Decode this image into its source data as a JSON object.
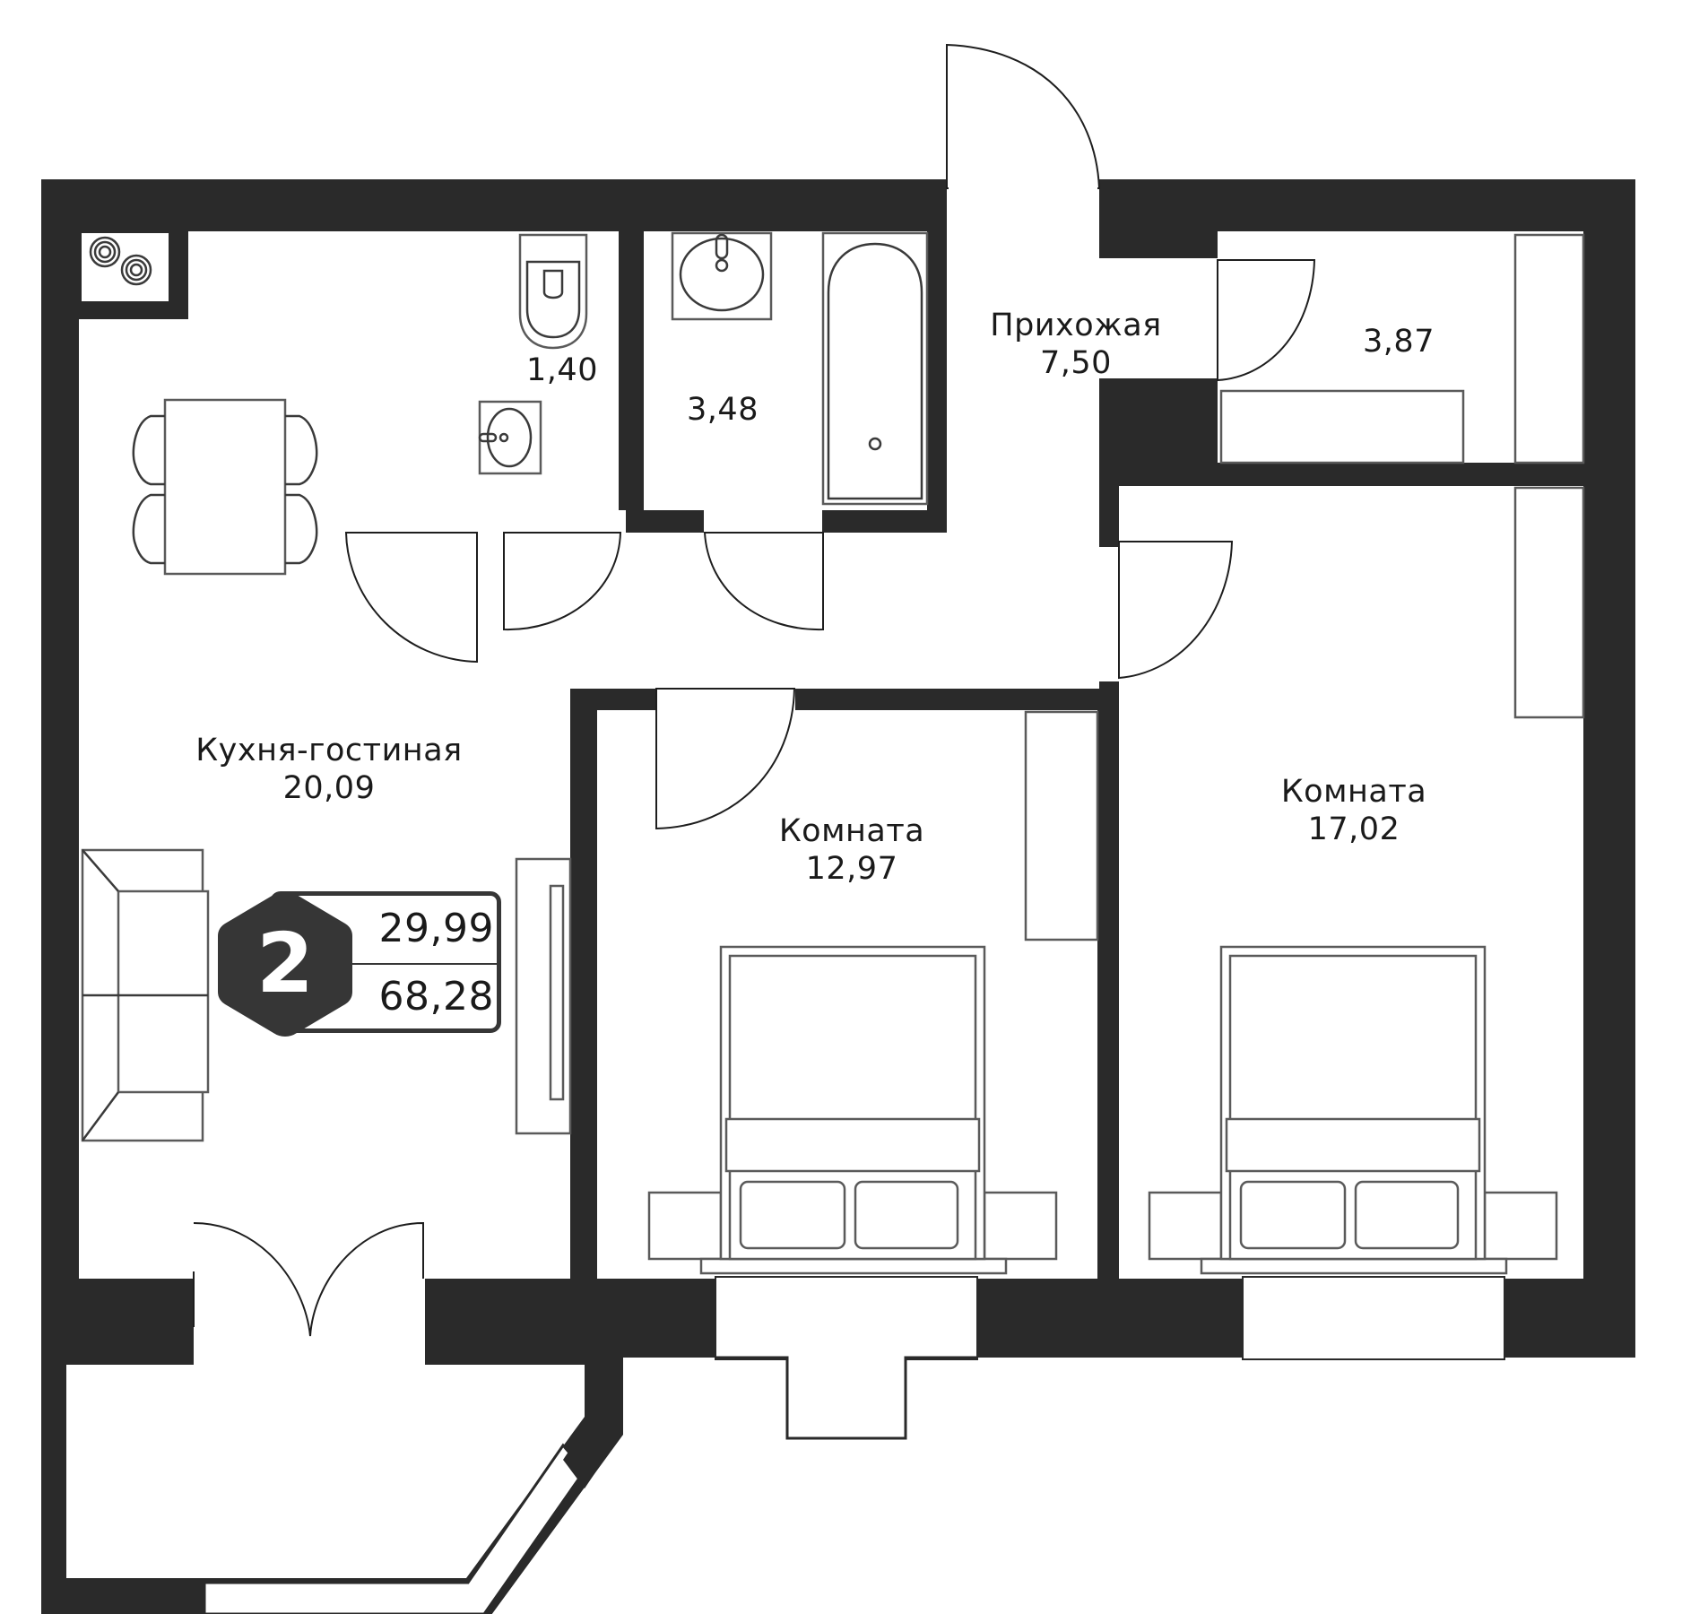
{
  "plan": {
    "type": "apartment-floor-plan",
    "rooms_count_badge": "2",
    "living_area": "29,99",
    "total_area": "68,28",
    "colors": {
      "wall": "#2a2a2a",
      "badge": "#363636",
      "furniture_stroke": "#5a5a5a",
      "background": "#ffffff"
    }
  },
  "rooms": {
    "kitchen": {
      "name": "Кухня-гостиная",
      "area": "20,09"
    },
    "toilet": {
      "name": "",
      "area": "1,40"
    },
    "bathroom": {
      "name": "",
      "area": "3,48"
    },
    "hallway": {
      "name": "Прихожая",
      "area": "7,50"
    },
    "storage": {
      "name": "",
      "area": "3,87"
    },
    "bedroom_small": {
      "name": "Комната",
      "area": "12,97"
    },
    "bedroom_large": {
      "name": "Комната",
      "area": "17,02"
    }
  },
  "icons": [
    "stove-icon",
    "dining-table-icon",
    "chair-icon",
    "sofa-icon",
    "tv-icon",
    "toilet-icon",
    "sink-icon",
    "bathtub-icon",
    "wardrobe-icon",
    "bed-icon",
    "pillow-icon",
    "nightstand-icon",
    "door-swing-icon",
    "window-icon",
    "balcony-icon"
  ]
}
